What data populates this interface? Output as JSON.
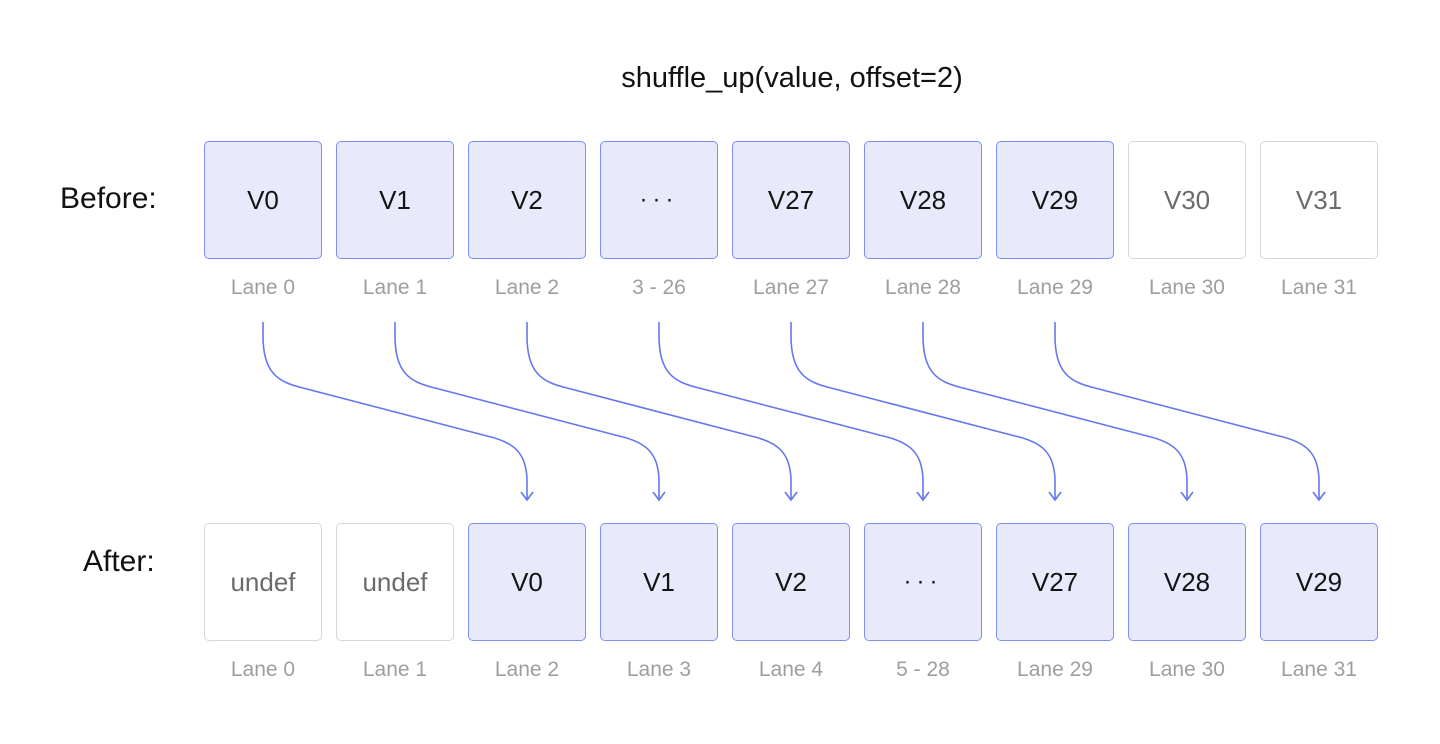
{
  "title": "shuffle_up(value, offset=2)",
  "labels": {
    "before": "Before:",
    "after": "After:"
  },
  "before": [
    {
      "value": "V0",
      "lane": "Lane 0",
      "active": true
    },
    {
      "value": "V1",
      "lane": "Lane 1",
      "active": true
    },
    {
      "value": "V2",
      "lane": "Lane 2",
      "active": true
    },
    {
      "value": "···",
      "lane": "3 - 26",
      "active": true,
      "ellipsis": true
    },
    {
      "value": "V27",
      "lane": "Lane 27",
      "active": true
    },
    {
      "value": "V28",
      "lane": "Lane 28",
      "active": true
    },
    {
      "value": "V29",
      "lane": "Lane 29",
      "active": true
    },
    {
      "value": "V30",
      "lane": "Lane 30",
      "active": false
    },
    {
      "value": "V31",
      "lane": "Lane 31",
      "active": false
    }
  ],
  "after": [
    {
      "value": "undef",
      "lane": "Lane 0",
      "active": false
    },
    {
      "value": "undef",
      "lane": "Lane 1",
      "active": false
    },
    {
      "value": "V0",
      "lane": "Lane 2",
      "active": true
    },
    {
      "value": "V1",
      "lane": "Lane 3",
      "active": true
    },
    {
      "value": "V2",
      "lane": "Lane 4",
      "active": true
    },
    {
      "value": "···",
      "lane": "5 - 28",
      "active": true,
      "ellipsis": true
    },
    {
      "value": "V27",
      "lane": "Lane 29",
      "active": true
    },
    {
      "value": "V28",
      "lane": "Lane 30",
      "active": true
    },
    {
      "value": "V29",
      "lane": "Lane 31",
      "active": true
    }
  ],
  "arrows": [
    {
      "from": 0,
      "to": 2
    },
    {
      "from": 1,
      "to": 3
    },
    {
      "from": 2,
      "to": 4
    },
    {
      "from": 3,
      "to": 5
    },
    {
      "from": 4,
      "to": 6
    },
    {
      "from": 5,
      "to": 7
    },
    {
      "from": 6,
      "to": 8
    }
  ],
  "colors": {
    "active_fill": "#e8eafb",
    "active_border": "#7d8ff0",
    "inactive_border": "#d7d7d7",
    "arrow": "#6577ee",
    "lane_text": "#9e9e9e"
  }
}
